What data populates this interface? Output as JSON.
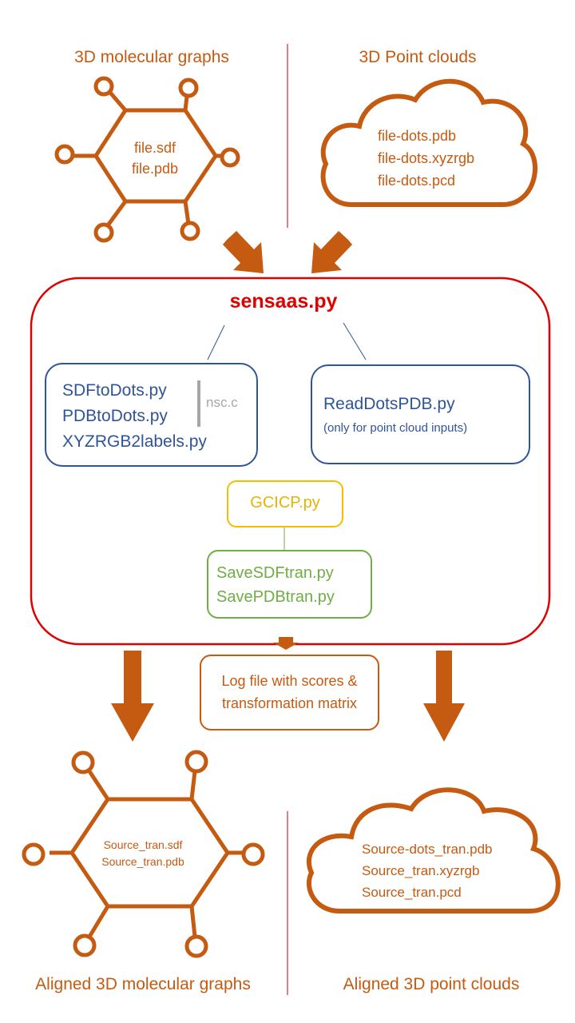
{
  "inputs": {
    "left_title": "3D molecular graphs",
    "right_title": "3D Point clouds",
    "left_files": [
      "file.sdf",
      "file.pdb"
    ],
    "right_files": [
      "file-dots.pdb",
      "file-dots.xyzrgb",
      "file-dots.pcd"
    ]
  },
  "main": {
    "title": "sensaas.py",
    "left_module": [
      "SDFtoDots.py",
      "PDBtoDots.py",
      "XYZRGB2labels.py"
    ],
    "nsc_label": "nsc.c",
    "right_module": "ReadDotsPDB.py",
    "right_module_note": "(only for point cloud inputs)",
    "gcicp": "GCICP.py",
    "save": [
      "SaveSDFtran.py",
      "SavePDBtran.py"
    ]
  },
  "log": [
    "Log file with scores  &",
    "transformation matrix"
  ],
  "outputs": {
    "left_title": "Aligned 3D molecular graphs",
    "right_title": "Aligned 3D point clouds",
    "left_files": [
      "Source_tran.sdf",
      "Source_tran.pdb"
    ],
    "right_files": [
      "Source-dots_tran.pdb",
      "Source_tran.xyzrgb",
      "Source_tran.pcd"
    ]
  },
  "colors": {
    "orange": "#c55a11",
    "red": "#e00000",
    "blue": "#2f5597",
    "gold": "#e6b400",
    "green": "#70ad47",
    "grey": "#a6a6a6"
  },
  "icons": [
    "molecule-graph-icon",
    "point-cloud-icon",
    "down-arrow-icon"
  ]
}
